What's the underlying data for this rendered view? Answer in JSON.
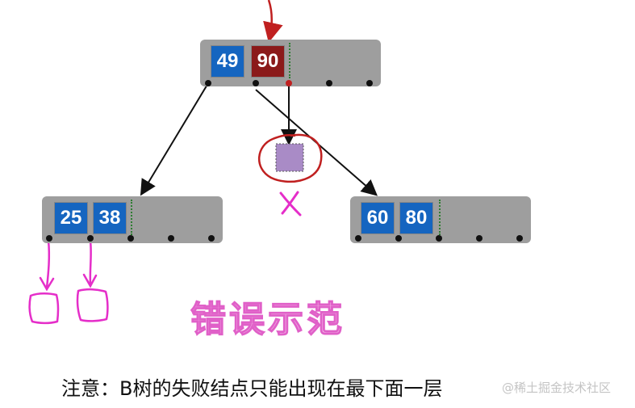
{
  "tree": {
    "root": {
      "keys": [
        "49",
        "90"
      ],
      "colors": [
        "#1565c0",
        "#8b1a1a"
      ]
    },
    "left": {
      "keys": [
        "25",
        "38"
      ],
      "colors": [
        "#1565c0",
        "#1565c0"
      ]
    },
    "right": {
      "keys": [
        "60",
        "80"
      ],
      "colors": [
        "#1565c0",
        "#1565c0"
      ]
    },
    "failure_node_color": "#a98bc6",
    "annotation_color": "#e52ec9",
    "error_mark_color": "#c02020"
  },
  "annotations": {
    "cross": "x",
    "wrong_example": "错误示范"
  },
  "note": "注意：B树的失败结点只能出现在最下面一层",
  "watermark": "@稀土掘金技术社区"
}
